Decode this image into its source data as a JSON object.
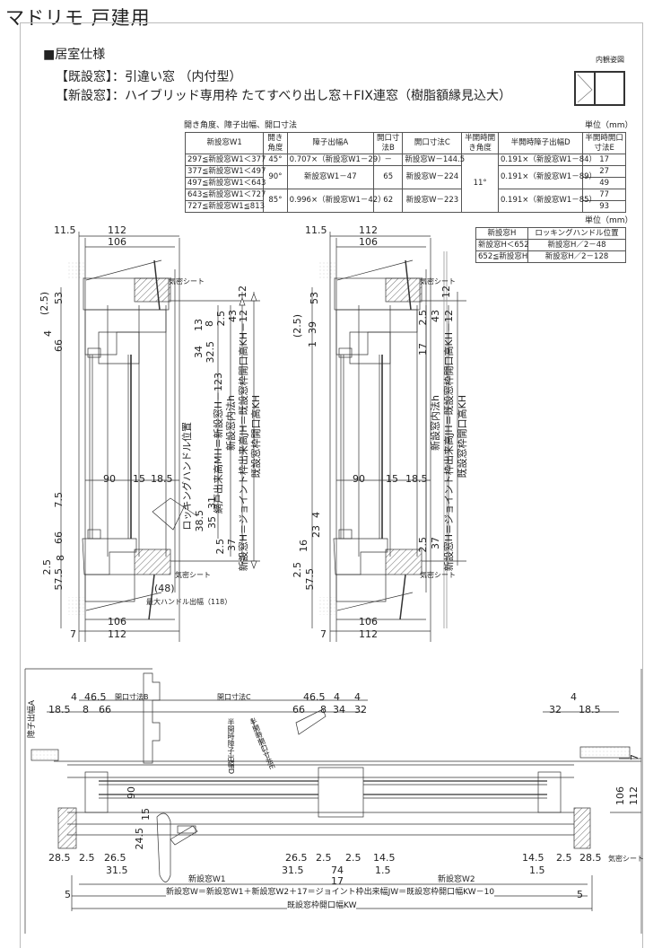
{
  "title": "マドリモ 戸建用",
  "section": {
    "heading": "■居室仕様",
    "existing_label": "【既設窓】：引違い窓 （内付型）",
    "new_label": "【新設窓】：ハイブリッド専用枠 たてすべり出し窓＋FIX連窓（樹脂額縁見込大）",
    "elevation_caption": "内観姿図"
  },
  "main_table": {
    "caption": "開き角度、障子出幅、開口寸法",
    "unit": "単位（mm）",
    "headers": [
      "新設窓W1",
      "開き角度",
      "障子出幅A",
      "開口寸法B",
      "開口寸法C",
      "半開時開き角度",
      "半開時障子出幅D",
      "半開時開口寸法E"
    ],
    "rows": [
      {
        "range": "297≦新設窓W1＜377",
        "angle": "45°",
        "a": "0.707×（新設窓W1－29）",
        "b": "－",
        "c": "新設窓W－144.5",
        "d": "0.191×（新設窓W1－84）",
        "e": "17"
      },
      {
        "range": "377≦新設窓W1＜497",
        "angle": "90°",
        "a": "新設窓W1－47",
        "b": "65",
        "c": "新設窓W－224",
        "d": "0.191×（新設窓W1－89）",
        "e": "27"
      },
      {
        "range": "497≦新設窓W1＜643",
        "e": "49"
      },
      {
        "range": "643≦新設窓W1＜727",
        "angle": "85°",
        "a": "0.996×（新設窓W1－42）",
        "b": "62",
        "c": "新設窓W－223",
        "d": "0.191×（新設窓W1－85）",
        "e": "77"
      },
      {
        "range": "727≦新設窓W1≦813",
        "e": "93"
      }
    ],
    "half_angle": "11°"
  },
  "handle_table": {
    "unit": "単位（mm）",
    "headers": [
      "新設窓H",
      "ロッキングハンドル位置"
    ],
    "rows": [
      [
        "新設窓H＜652",
        "新設窓H／2－48"
      ],
      [
        "652≦新設窓H",
        "新設窓H／2－128"
      ]
    ]
  },
  "left_section": {
    "labels": [
      "11.5",
      "112",
      "106",
      "気密シート",
      "12",
      "(2.5)",
      "53",
      "4",
      "66",
      "13",
      "8",
      "2.5",
      "43",
      "34",
      "32.5",
      "網戸出来高MH＝新設窓H－123",
      "新設窓内法h",
      "新設窓H＝ジョイント枠出来高JH＝既設窓枠開口高KH－12",
      "既設窓枠開口高KH",
      "ロッキングハンドル位置",
      "90",
      "15",
      "18.5",
      "7.5",
      "31",
      "38.5",
      "35",
      "66",
      "2.5",
      "37",
      "8",
      "2.5",
      "57.5",
      "気密シート",
      "(48)",
      "最大ハンドル出幅（118）",
      "106",
      "7",
      "112"
    ]
  },
  "middle_section": {
    "labels": [
      "11.5",
      "112",
      "106",
      "気密シート",
      "12",
      "53",
      "(2.5)",
      "39",
      "1",
      "2.5",
      "43",
      "17",
      "新設窓内法h",
      "新設窓H＝ジョイント枠出来高JH＝既設窓枠開口高KH－12",
      "既設窓枠開口高KH",
      "90",
      "15",
      "18.5",
      "4",
      "16",
      "23",
      "2.5",
      "57.5",
      "2.5",
      "37",
      "気密シート",
      "106",
      "7",
      "112"
    ]
  },
  "plan_section": {
    "labels": [
      "障子出幅A",
      "4",
      "46.5",
      "開口寸法B",
      "18.5",
      "8",
      "66",
      "開口寸法C",
      "46.5",
      "4",
      "4",
      "66",
      "8",
      "34",
      "32",
      "4",
      "32",
      "18.5",
      "半開時障子出幅D",
      "半開時開口寸法E",
      "7",
      "106",
      "112",
      "90",
      "15",
      "24.5",
      "28.5",
      "2.5",
      "26.5",
      "31.5",
      "26.5",
      "31.5",
      "2.5",
      "2.5",
      "14.5",
      "74",
      "1.5",
      "17",
      "14.5",
      "1.5",
      "2.5",
      "28.5",
      "気密シート",
      "新設窓W1",
      "新設窓W2",
      "5",
      "5",
      "新設窓W＝新設窓W1＋新設窓W2＋17＝ジョイント枠出来幅JW＝既設窓枠開口幅KW－10",
      "既設窓枠開口幅KW"
    ]
  }
}
